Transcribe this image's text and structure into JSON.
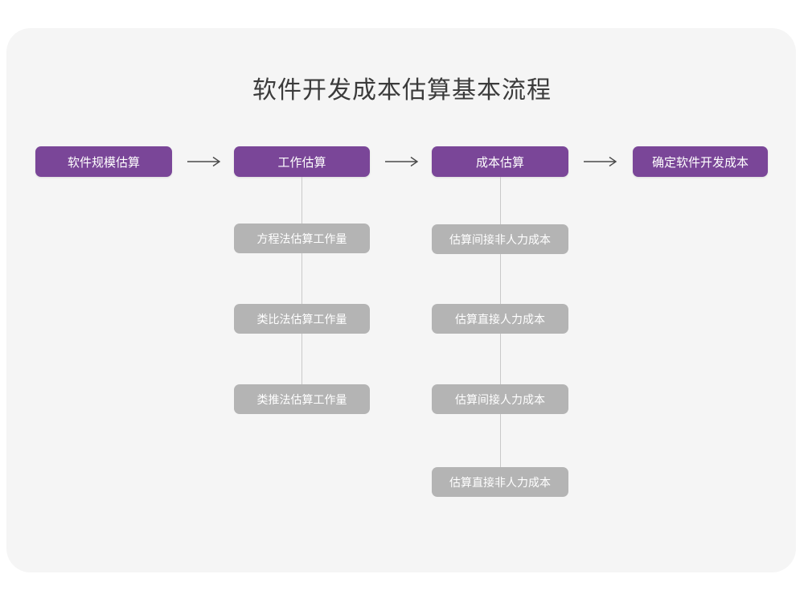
{
  "diagram": {
    "title": "软件开发成本估算基本流程",
    "arrow_glyph": "⟶",
    "colors": {
      "background": "#ffffff",
      "card": "#f5f5f5",
      "stage": "#7a4698",
      "sub": "#b4b4b4",
      "connector": "#c9c9c9",
      "title_text": "#3b3b3b",
      "box_text": "#ffffff",
      "arrow": "#4a4a4a"
    },
    "stages": [
      {
        "label": "软件规模估算"
      },
      {
        "label": "工作估算"
      },
      {
        "label": "成本估算"
      },
      {
        "label": "确定软件开发成本"
      }
    ],
    "arrows": [
      {
        "label": "⟶"
      },
      {
        "label": "⟶"
      },
      {
        "label": "⟶"
      }
    ],
    "effort_items": [
      {
        "label": "方程法估算工作量"
      },
      {
        "label": "类比法估算工作量"
      },
      {
        "label": "类推法估算工作量"
      }
    ],
    "cost_items": [
      {
        "label": "估算间接非人力成本"
      },
      {
        "label": "估算直接人力成本"
      },
      {
        "label": "估算间接人力成本"
      },
      {
        "label": "估算直接非人力成本"
      }
    ]
  }
}
